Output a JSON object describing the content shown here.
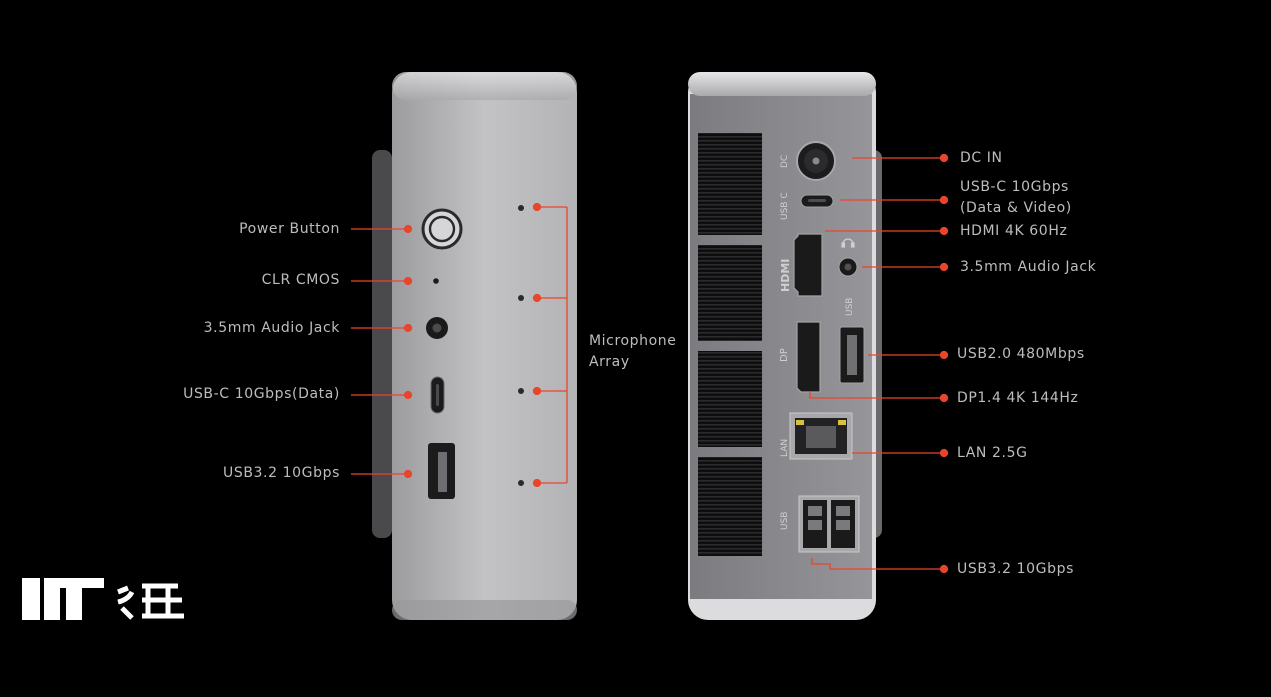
{
  "left_panel": {
    "labels": [
      {
        "id": "power-button-label",
        "text": "Power Button"
      },
      {
        "id": "clr-cmos-label",
        "text": "CLR CMOS"
      },
      {
        "id": "audio-jack-left-label",
        "text": "3.5mm Audio Jack"
      },
      {
        "id": "usbc-data-label",
        "text": "USB-C 10Gbps(Data)"
      },
      {
        "id": "usb32-left-label",
        "text": "USB3.2 10Gbps"
      }
    ],
    "microphone_label": "Microphone\nArray"
  },
  "right_panel": {
    "labels": [
      {
        "id": "dc-in-label",
        "text": "DC IN"
      },
      {
        "id": "usbc-video-label",
        "text": "USB-C 10Gbps\n(Data & Video)"
      },
      {
        "id": "hdmi-label",
        "text": "HDMI 4K 60Hz"
      },
      {
        "id": "audio-jack-right-label",
        "text": "3.5mm Audio Jack"
      },
      {
        "id": "usb20-label",
        "text": "USB2.0 480Mbps"
      },
      {
        "id": "dp-label",
        "text": "DP1.4 4K 144Hz"
      },
      {
        "id": "lan-label",
        "text": "LAN 2.5G"
      },
      {
        "id": "usb32-right-label",
        "text": "USB3.2 10Gbps"
      }
    ],
    "silkscreen": {
      "dc": "DC",
      "usbc": "USB C",
      "hdmi": "HDMI",
      "usb_small": "USB",
      "dp": "DP",
      "lan": "LAN",
      "usb_bottom": "USB"
    }
  },
  "watermark": {
    "logo_text": "IT之家"
  },
  "colors": {
    "background": "#000000",
    "accent": "#e8452c",
    "label": "#bdbdbd",
    "chassis": "#b9b9bb",
    "chassis_dark": "#8e8e91"
  }
}
